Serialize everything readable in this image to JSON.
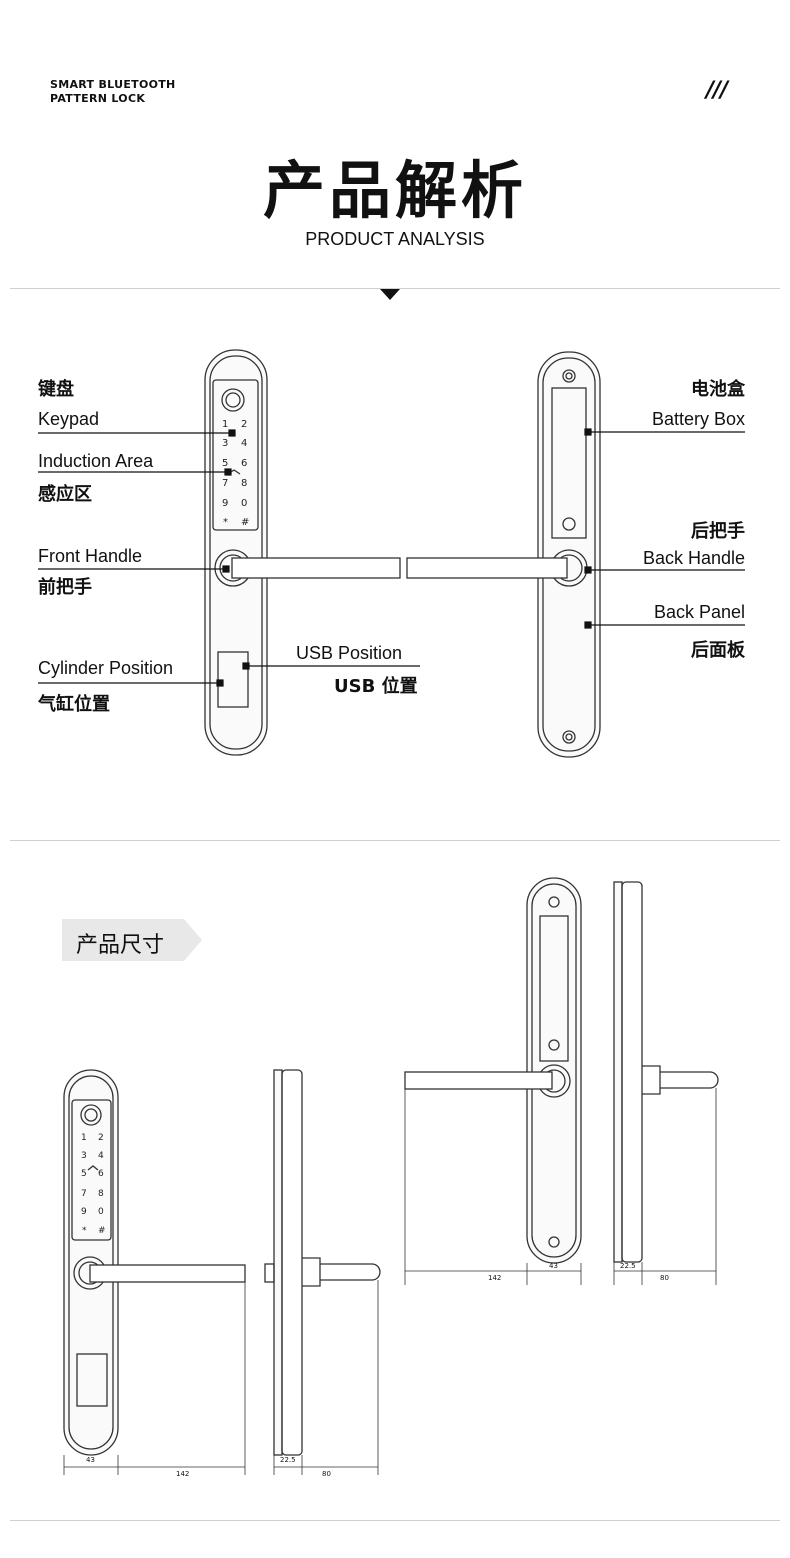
{
  "header": {
    "brand_line1": "SMART BLUETOOTH",
    "brand_line2": "PATTERN LOCK",
    "slashes": "///",
    "title_cn": "产品解析",
    "title_en": "PRODUCT ANALYSIS"
  },
  "analysis": {
    "keypad_cn": "键盘",
    "keypad_en": "Keypad",
    "induction_en": "Induction Area",
    "induction_cn": "感应区",
    "front_handle_en": "Front Handle",
    "front_handle_cn": "前把手",
    "cylinder_en": "Cylinder Position",
    "cylinder_cn": "气缸位置",
    "usb_en": "USB Position",
    "usb_cn": "USB 位置",
    "battery_cn": "电池盒",
    "battery_en": "Battery Box",
    "back_handle_cn": "后把手",
    "back_handle_en": "Back Handle",
    "back_panel_en": "Back Panel",
    "back_panel_cn": "后面板"
  },
  "keypad_keys": [
    "1",
    "2",
    "3",
    "4",
    "5",
    "6",
    "7",
    "8",
    "9",
    "0",
    "*",
    "#"
  ],
  "size_section": {
    "tag": "产品尺寸",
    "dim_width": "43",
    "dim_handle": "142",
    "dim_thickness": "22.5",
    "dim_depth": "80"
  }
}
